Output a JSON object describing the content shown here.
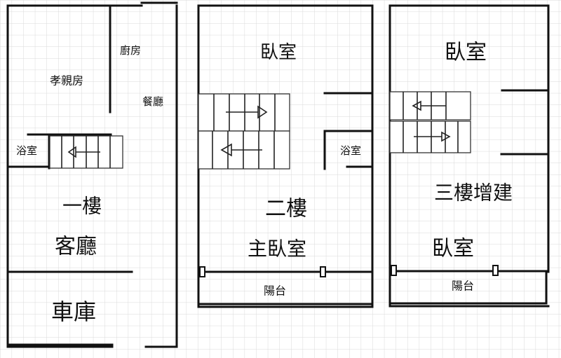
{
  "floor1": {
    "label": "一樓",
    "rooms": {
      "parents_room": "孝親房",
      "kitchen": "廚房",
      "dining": "餐廳",
      "bathroom": "浴室",
      "living_room": "客廳",
      "garage": "車庫"
    }
  },
  "floor2": {
    "label": "二樓",
    "rooms": {
      "bedroom": "臥室",
      "bathroom": "浴室",
      "master_bedroom": "主臥室",
      "balcony": "陽台"
    }
  },
  "floor3": {
    "label": "三樓增建",
    "rooms": {
      "bedroom_front": "臥室",
      "bedroom_back": "臥室",
      "balcony": "陽台"
    }
  }
}
